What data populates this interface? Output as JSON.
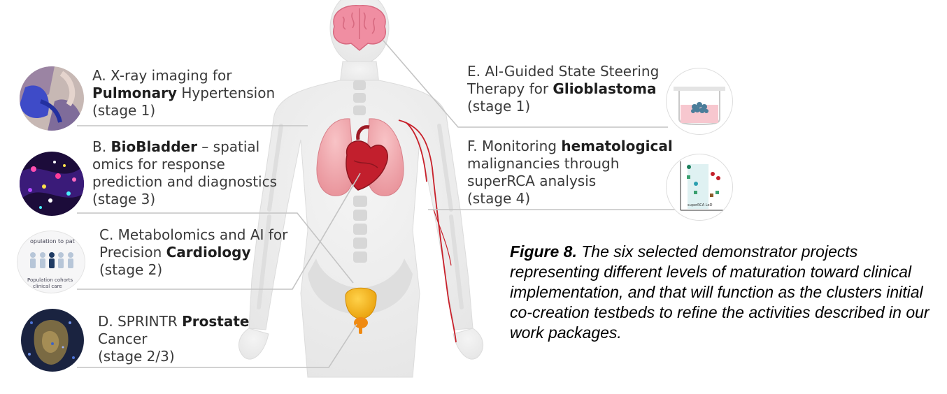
{
  "projects": {
    "a": {
      "prefix": "A. X-ray imaging for",
      "bold": "Pulmonary",
      "rest": " Hypertension",
      "stage": "(stage 1)"
    },
    "b": {
      "prefix": "B. ",
      "bold": "BioBladder",
      "rest": " – spatial",
      "line2": "omics for response",
      "line3": "prediction and diagnostics",
      "stage": "(stage 3)"
    },
    "c": {
      "line1": "C. Metabolomics and AI for",
      "prefix": "Precision ",
      "bold": "Cardiology",
      "stage": "(stage 2)"
    },
    "d": {
      "prefix": "D. SPRINTR ",
      "bold": "Prostate",
      "line2": "Cancer",
      "stage": "(stage 2/3)"
    },
    "e": {
      "line1": "E. AI-Guided State Steering",
      "prefix": "Therapy for ",
      "bold": "Glioblastoma",
      "stage": "(stage 1)"
    },
    "f": {
      "prefix": "F. Monitoring ",
      "bold": "hematological",
      "line2": "malignancies through",
      "line3": "superRCA analysis",
      "stage": "(stage 4)"
    }
  },
  "thumb_text": {
    "c_top": "opulation to pat",
    "c_bottom1": "Population cohorts",
    "c_bottom2": "clinical care",
    "f_label": "superRCA LoD"
  },
  "caption": {
    "label": "Figure 8.",
    "text": " The six selected demonstrator projects representing different levels of maturation toward clinical implementation, and that will function as the clusters initial co-creation testbeds to refine the activities described in our work packages."
  },
  "colors": {
    "connector": "#c4c4c4",
    "brain": "#f08ea2",
    "lungs": "#f2a5aa",
    "heart": "#c21f2d",
    "bladder": "#f5b312",
    "prostate": "#ef8a12",
    "artery": "#c8202a"
  }
}
